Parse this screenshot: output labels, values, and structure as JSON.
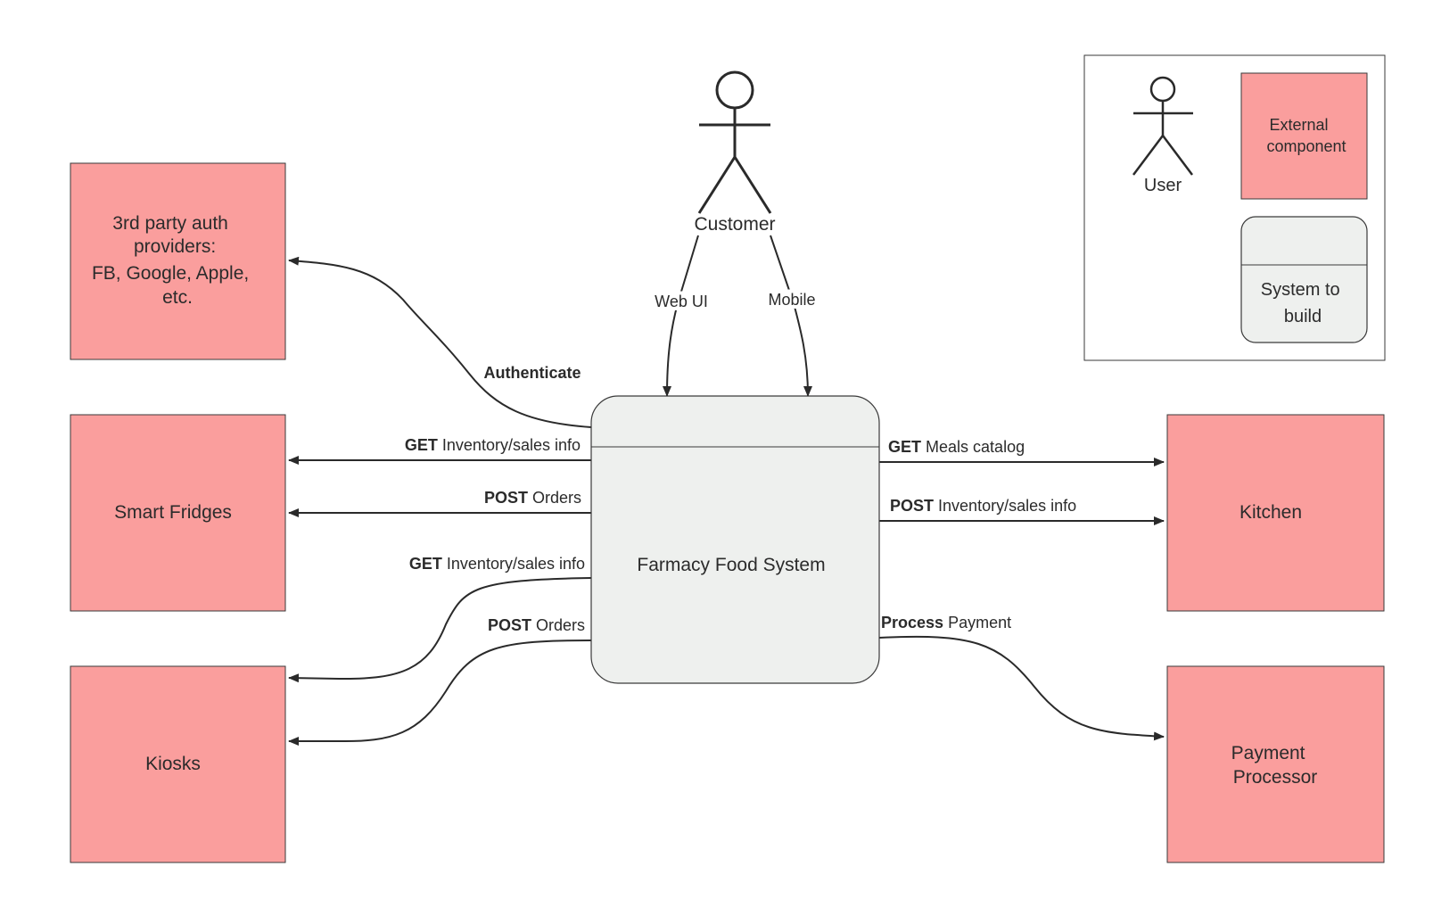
{
  "colors": {
    "external_component": "#fa9e9d",
    "system_to_build": "#eef0ee",
    "stroke": "#2a2a2a"
  },
  "actor": {
    "label": "Customer"
  },
  "system": {
    "label": "Farmacy Food System"
  },
  "components": {
    "auth": {
      "lines": [
        "3rd party auth",
        "providers:",
        "FB, Google, Apple,",
        "etc."
      ]
    },
    "fridges": {
      "label": "Smart Fridges"
    },
    "kiosks": {
      "label": "Kiosks"
    },
    "kitchen": {
      "label": "Kitchen"
    },
    "payment": {
      "lines": [
        "Payment",
        "Processor"
      ]
    }
  },
  "edges": {
    "web_ui": "Web UI",
    "mobile": "Mobile",
    "authenticate": "Authenticate",
    "fridge_get": {
      "verb": "GET",
      "text": "Inventory/sales info"
    },
    "fridge_post": {
      "verb": "POST",
      "text": "Orders"
    },
    "kiosk_get": {
      "verb": "GET",
      "text": "Inventory/sales info"
    },
    "kiosk_post": {
      "verb": "POST",
      "text": "Orders"
    },
    "kitchen_get": {
      "verb": "GET",
      "text": "Meals catalog"
    },
    "kitchen_post": {
      "verb": "POST",
      "text": "Inventory/sales info"
    },
    "payment": {
      "verb": "Process",
      "text": "Payment"
    }
  },
  "legend": {
    "user": "User",
    "external": [
      "External",
      "component"
    ],
    "system": [
      "System to",
      "build"
    ]
  }
}
